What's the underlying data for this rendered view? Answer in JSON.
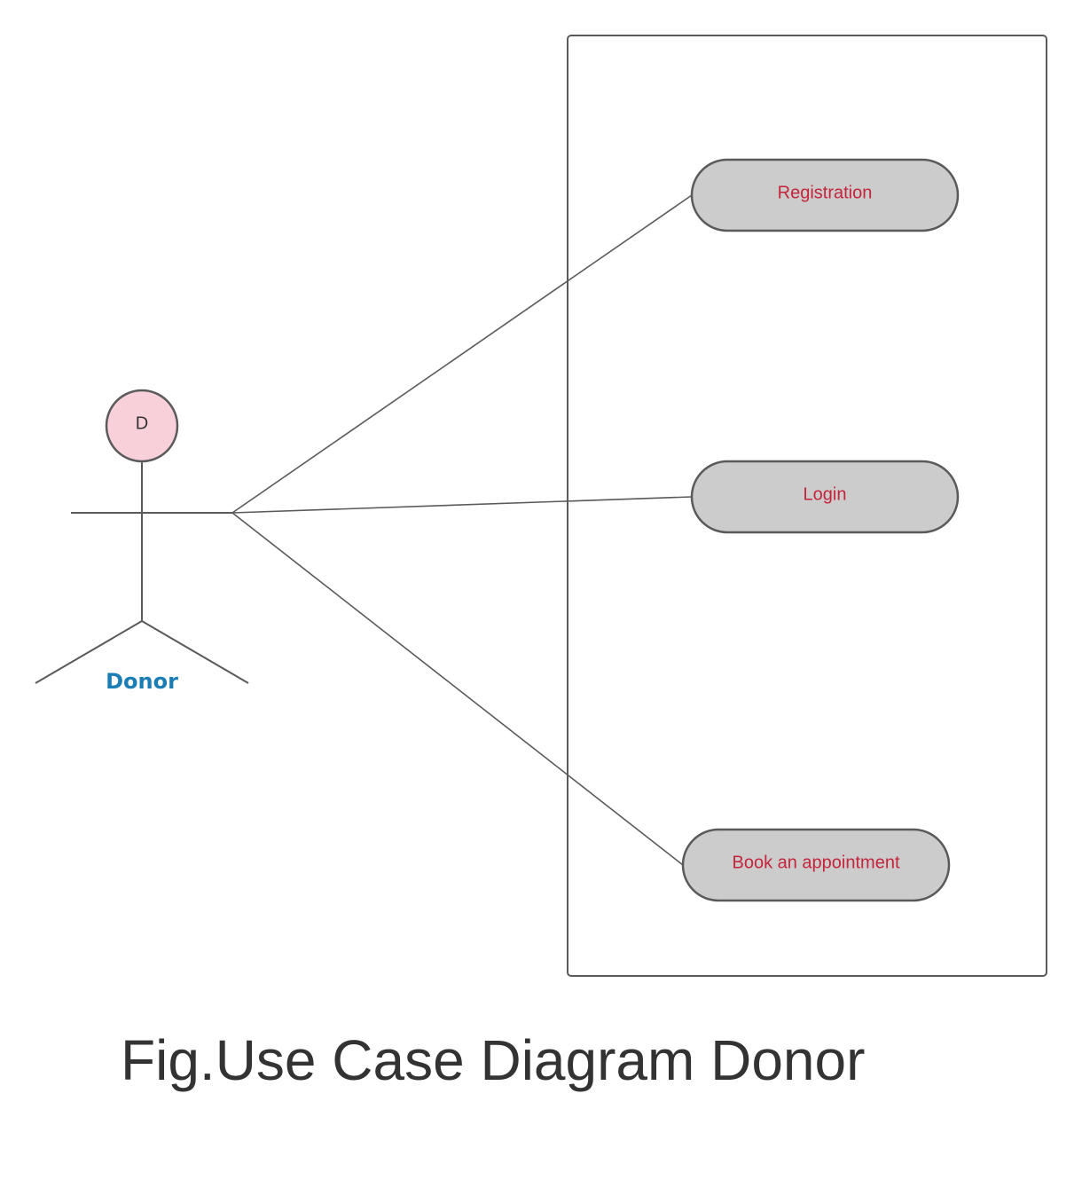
{
  "actor": {
    "initial": "D",
    "name": "Donor",
    "head_fill": "#f7d0da",
    "name_color": "#1b7db5"
  },
  "use_cases": [
    {
      "label": "Registration"
    },
    {
      "label": "Login"
    },
    {
      "label": "Book an appointment"
    }
  ],
  "colors": {
    "line": "#5a5a5a",
    "use_case_fill": "#cccccc",
    "use_case_text": "#c4253b",
    "caption": "#333333"
  },
  "caption": "Fig.Use Case Diagram Donor"
}
